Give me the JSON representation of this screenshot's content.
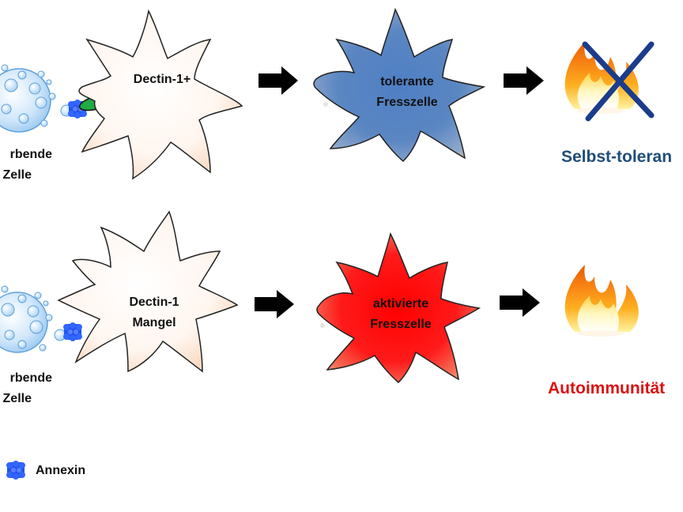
{
  "colors": {
    "tolerance": "#1f4e79",
    "autoimmunity": "#dd1111",
    "annexin": "#2255ee",
    "dectin_receptor": "#22aa44"
  },
  "top_row": {
    "dying_cell_label_line1": "rbende",
    "dying_cell_label_line2": "Zelle",
    "phagocyte_label": "Dectin-1+",
    "result_cell_line1": "tolerante",
    "result_cell_line2": "Fresszelle",
    "outcome_label": "Selbst-toleran",
    "outcome_icon": "crossed-out-fire-icon"
  },
  "bottom_row": {
    "dying_cell_label_line1": "rbende",
    "dying_cell_label_line2": "Zelle",
    "phagocyte_label_line1": "Dectin-1",
    "phagocyte_label_line2": "Mangel",
    "result_cell_line1": "aktivierte",
    "result_cell_line2": "Fresszelle",
    "outcome_label": "Autoimmunität",
    "outcome_icon": "fire-icon"
  },
  "legend": {
    "annexin_label": "Annexin",
    "annexin_icon": "annexin-icon"
  }
}
